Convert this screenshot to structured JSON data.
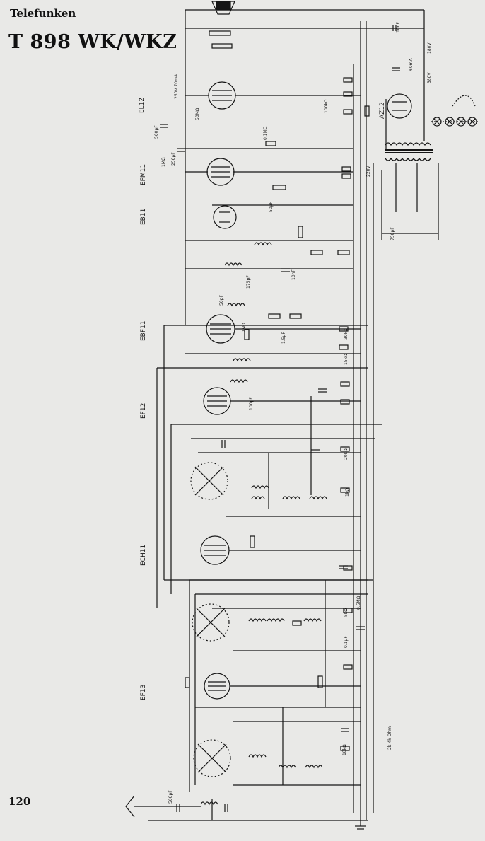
{
  "header": {
    "brand": "Telefunken",
    "model": "T 898 WK/WKZ"
  },
  "footer": {
    "page_number": "120"
  },
  "tubes": [
    {
      "name": "EL12"
    },
    {
      "name": "EFM11"
    },
    {
      "name": "EB11"
    },
    {
      "name": "EBF11"
    },
    {
      "name": "EF12"
    },
    {
      "name": "ECH11"
    },
    {
      "name": "EF13"
    },
    {
      "name": "AZ12"
    }
  ],
  "components": {
    "c1": "10nF",
    "c2": "180V",
    "c3": "380V",
    "c4": "60mA",
    "c5": "250V 70mA",
    "c6": "100kΩ",
    "c7": "50MΩ",
    "c8": "500pF",
    "c9": "1MΩ",
    "c10": "250pF",
    "c11": "0.1MΩ",
    "c12": "50µF",
    "c13": "750pF",
    "c14": "10nF",
    "c15": "175pF",
    "c16": "50pF",
    "c17": "2MΩ",
    "c18": "30kΩ",
    "c19": "100pF",
    "c20": "220V",
    "c21": "1.5µF",
    "c22": "15kΩ",
    "c23": "5kΩ",
    "c24": "0.5MΩ",
    "c25": "500pF",
    "c26": "0.1µF",
    "c27": "20kΩ",
    "c28": "1kΩ",
    "c29": "18kΩ",
    "c30": "2k-4k Ohm"
  }
}
